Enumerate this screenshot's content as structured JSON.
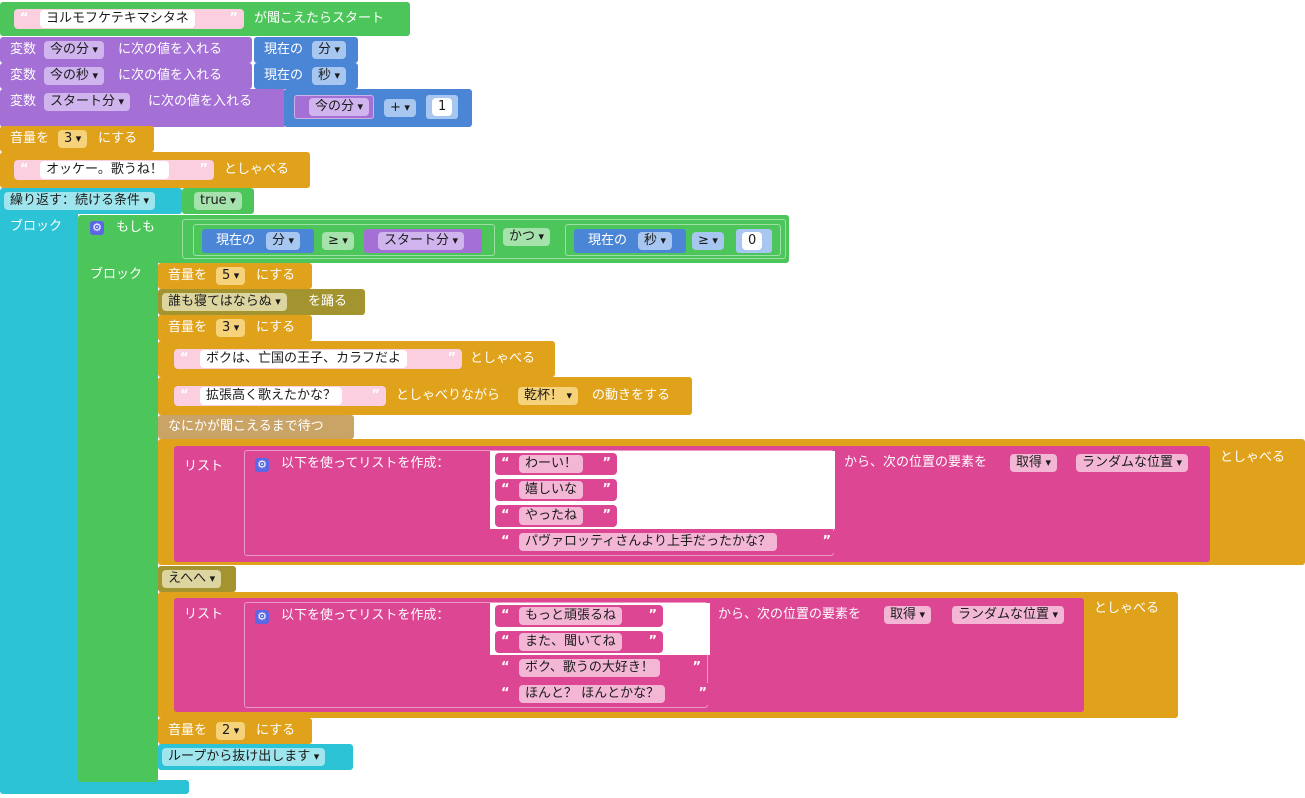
{
  "hat": {
    "phrase": "ヨルモフケテキマシタネ",
    "suffix": "が聞こえたらスタート"
  },
  "vars": [
    {
      "prefix": "変数",
      "name": "今の分",
      "mid": "に次の値を入れる",
      "current": "現在の",
      "unit": "分"
    },
    {
      "prefix": "変数",
      "name": "今の秒",
      "mid": "に次の値を入れる",
      "current": "現在の",
      "unit": "秒"
    }
  ],
  "start_var": {
    "prefix": "変数",
    "name": "スタート分",
    "mid": "に次の値を入れる",
    "operand": "今の分",
    "op": "+",
    "num": "1"
  },
  "vol1": {
    "label": "音量を",
    "value": "3",
    "suffix": "にする"
  },
  "say1": {
    "text": "オッケー。歌うね！",
    "suffix": "としゃべる"
  },
  "loop": {
    "label": "繰り返す：続ける条件",
    "cond": "true",
    "block_label": "ブロック"
  },
  "if_block": {
    "label": "もしも",
    "block_label": "ブロック",
    "left": {
      "current": "現在の",
      "unit": "分",
      "op": "≥",
      "var": "スタート分"
    },
    "and": "かつ",
    "right": {
      "current": "現在の",
      "unit": "秒",
      "op": "≥",
      "num": "0"
    }
  },
  "vol5": {
    "label": "音量を",
    "value": "5",
    "suffix": "にする"
  },
  "dance": {
    "value": "誰も寝てはならぬ",
    "suffix": "を踊る"
  },
  "vol3": {
    "label": "音量を",
    "value": "3",
    "suffix": "にする"
  },
  "say2": {
    "text": "ボクは、亡国の王子、カラフだよ",
    "suffix": "としゃべる"
  },
  "say3": {
    "text": "拡張高く歌えたかな？",
    "mid": "としゃべりながら",
    "motion": "乾杯！",
    "suffix": "の動きをする"
  },
  "wait": {
    "label": "なにかが聞こえるまで待つ"
  },
  "list1": {
    "label": "リスト",
    "create": "以下を使ってリストを作成：",
    "items": [
      "わーい！",
      "嬉しいな",
      "やったね",
      "パヴァロッティさんより上手だったかな？"
    ],
    "from": "から、次の位置の要素を",
    "get": "取得",
    "where": "ランダムな位置",
    "suffix": "としゃべる"
  },
  "ehehe": {
    "value": "えへへ"
  },
  "list2": {
    "label": "リスト",
    "create": "以下を使ってリストを作成：",
    "items": [
      "もっと頑張るね",
      "また、聞いてね",
      "ボク、歌うの大好き！",
      "ほんと？ ほんとかな？"
    ],
    "from": "から、次の位置の要素を",
    "get": "取得",
    "where": "ランダムな位置",
    "suffix": "としゃべる"
  },
  "vol2": {
    "label": "音量を",
    "value": "2",
    "suffix": "にする"
  },
  "break_loop": {
    "value": "ループから抜け出します"
  },
  "icons": {
    "quote_open": "“",
    "quote_close": "”",
    "gear": "⚙"
  }
}
